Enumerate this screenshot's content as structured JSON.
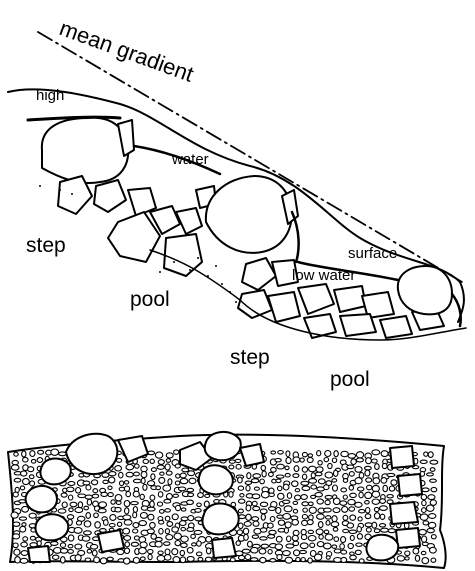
{
  "diagram": {
    "labels": {
      "mean_gradient": "mean gradient",
      "high": "high",
      "water": "water",
      "surface": "surface",
      "low_water": "low water",
      "step_1": "step",
      "pool_1": "pool",
      "step_2": "step",
      "pool_2": "pool"
    }
  }
}
